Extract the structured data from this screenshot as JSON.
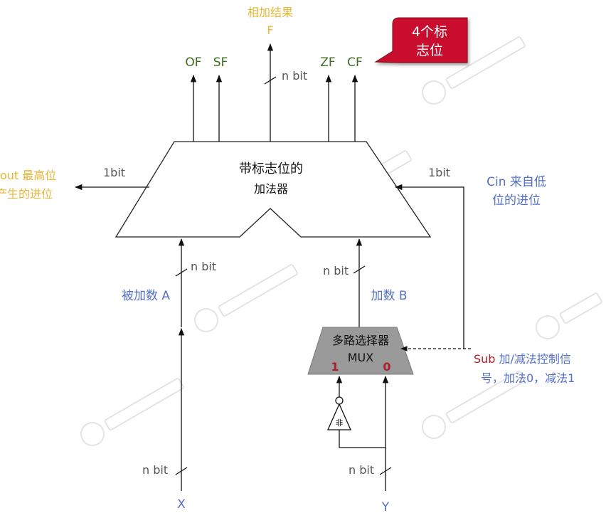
{
  "colors": {
    "yellow": "#E8B534",
    "green": "#3C6E1E",
    "blue": "#5470C6",
    "gray": "#555555",
    "darkred": "#A8202A",
    "callout_fill": "#C8102E",
    "mux_fill": "#9A9A9A",
    "line": "#111111"
  },
  "icons": {
    "not_gate": "not-gate-icon",
    "watermark": "watermark-logo"
  },
  "result": {
    "line1": "相加结果",
    "line2": "F",
    "width": "n bit"
  },
  "flags": {
    "of": "OF",
    "sf": "SF",
    "zf": "ZF",
    "cf": "CF"
  },
  "callout": {
    "line1": "4个标",
    "line2": "志位"
  },
  "adder": {
    "line1": "带标志位的",
    "line2": "加法器"
  },
  "cout": {
    "line1": "out 最高位",
    "line2": "产生的进位",
    "width": "1bit"
  },
  "cin": {
    "line1": "Cin 来自低",
    "line2": "位的进位",
    "width": "1bit"
  },
  "input_a": {
    "label": "被加数 A",
    "width": "n bit"
  },
  "input_b": {
    "label": "加数 B",
    "width": "n bit"
  },
  "mux": {
    "line1": "多路选择器",
    "line2": "MUX",
    "in1": "1",
    "in0": "0"
  },
  "not_gate": {
    "label": "非"
  },
  "sub": {
    "name": "Sub",
    "line1_rest": " 加/减法控制信",
    "line2": "号，加法0，减法1"
  },
  "x_input": {
    "label": "X",
    "width": "n bit"
  },
  "y_input": {
    "label": "Y",
    "width": "n bit"
  }
}
